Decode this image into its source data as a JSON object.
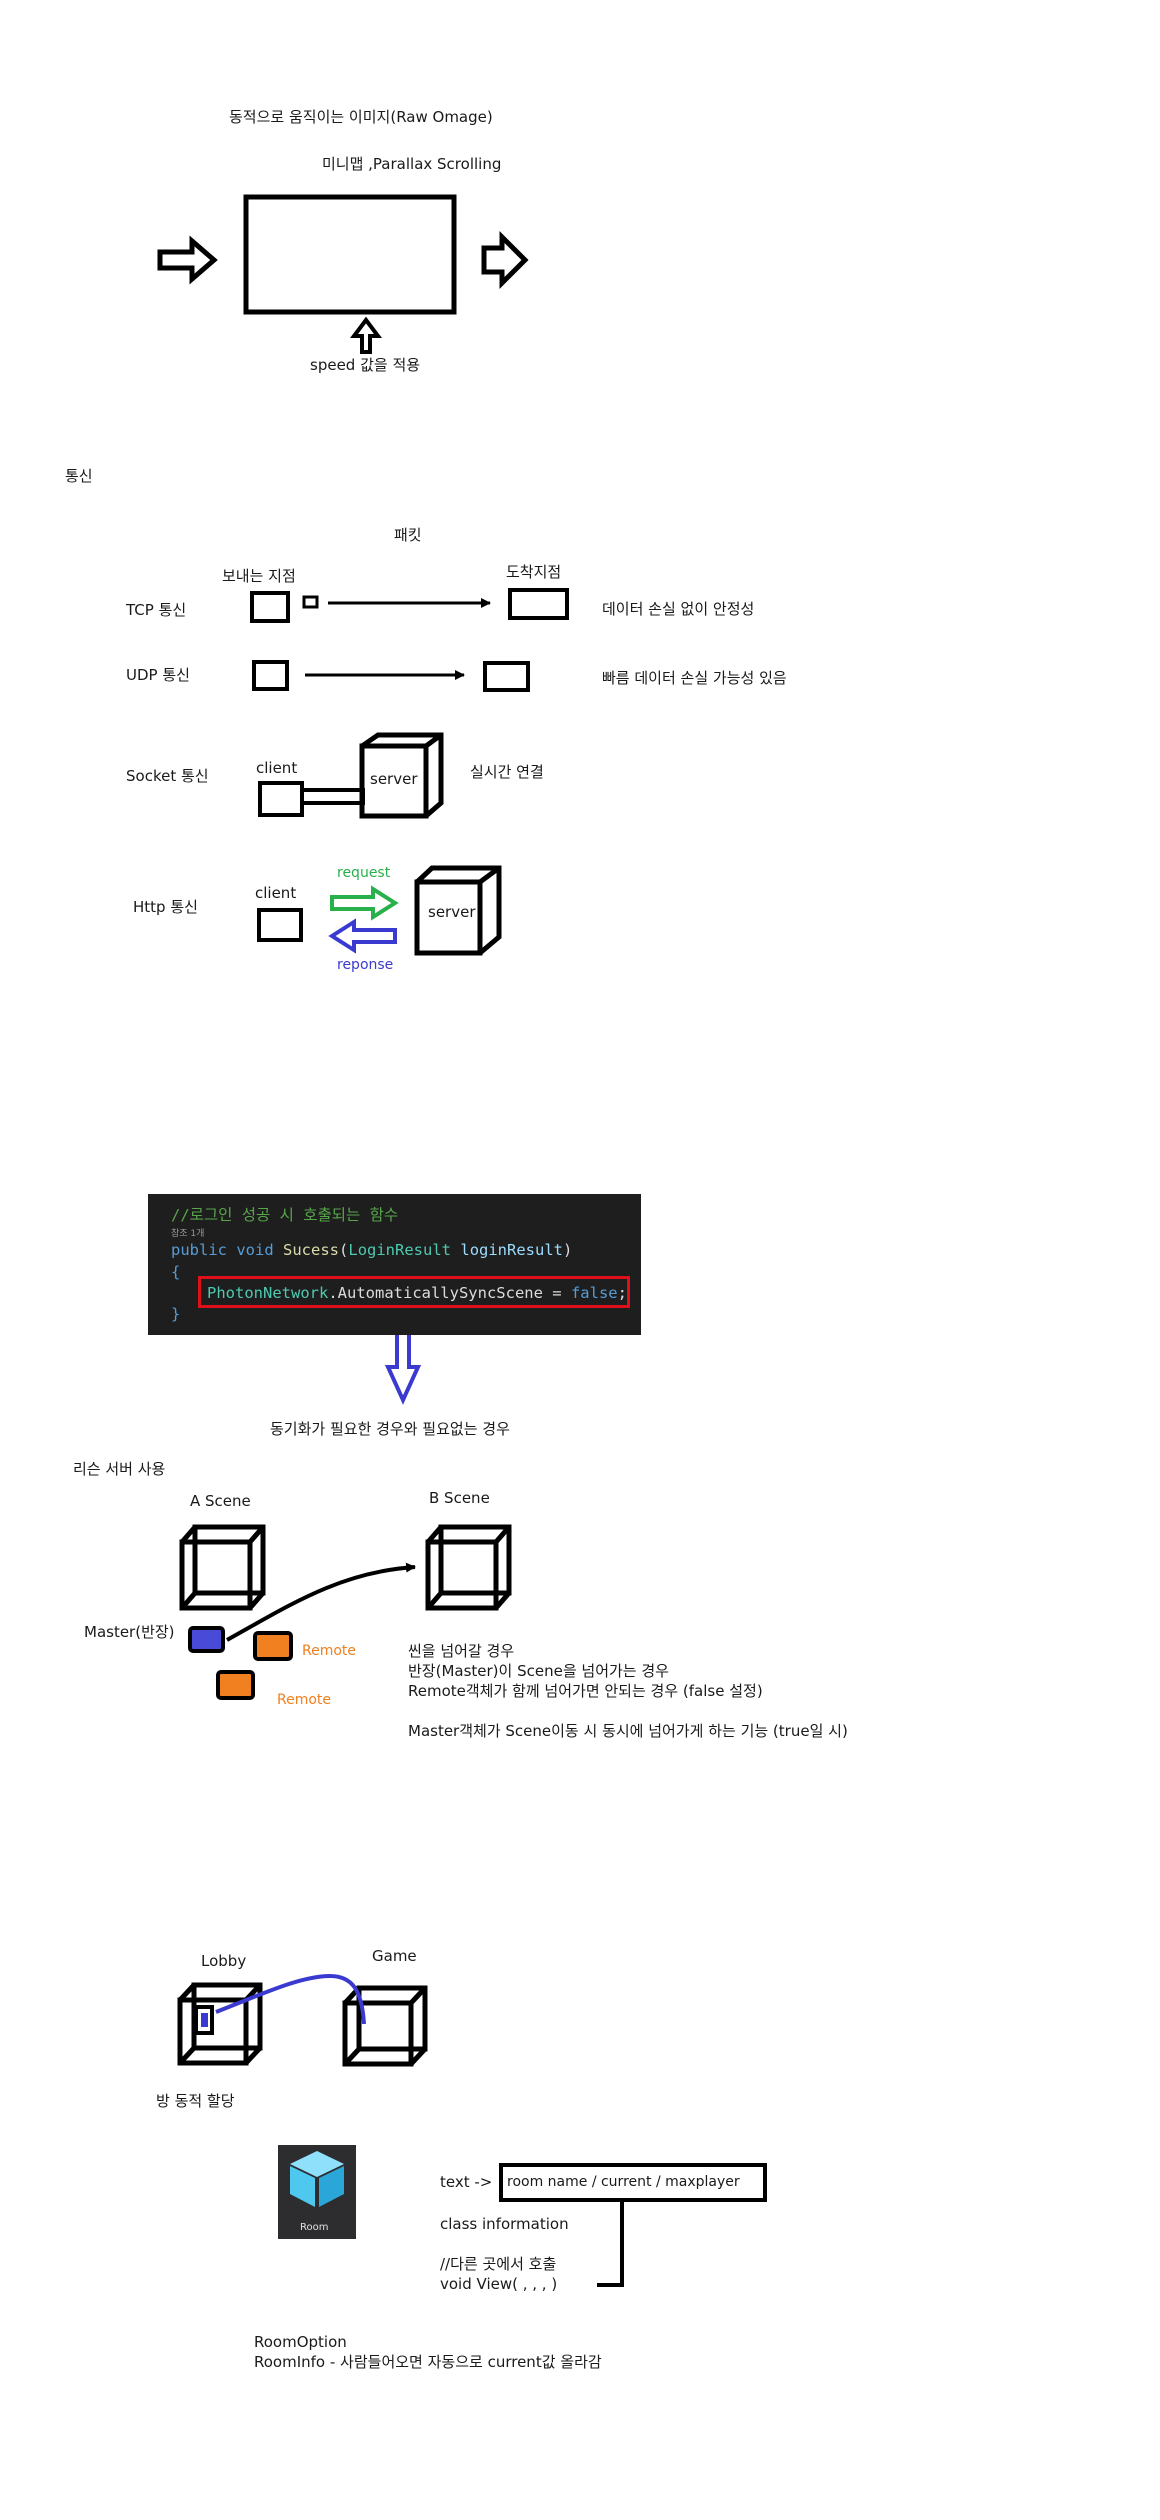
{
  "colors": {
    "stroke": "#000000",
    "request_arrow": "#28b04a",
    "response_arrow": "#3a3ad0",
    "code_bg": "#1e1e1e",
    "highlight_box": "#e0101a",
    "master_object": "#4a4ad8",
    "remote_object": "#f08020",
    "remote_label": "#f08020",
    "sync_arrow": "#3a3ad0",
    "room_icon": "#4fc8f0"
  },
  "section_parallax": {
    "title": "동적으로 움직이는 이미지(Raw Omage)",
    "subtitle": "미니맵 ,Parallax Scrolling",
    "speed_note": "speed 값을 적용"
  },
  "section_network": {
    "heading": "통신",
    "packet_label": "패킷",
    "send_point_label": "보내는 지점",
    "arrival_point_label": "도착지점",
    "tcp": {
      "label": "TCP 통신",
      "note": "데이터 손실 없이 안정성"
    },
    "udp": {
      "label": "UDP 통신",
      "note": "빠름 데이터 손실 가능성 있음"
    },
    "socket": {
      "label": "Socket 통신",
      "client": "client",
      "server": "server",
      "note": "실시간 연결"
    },
    "http": {
      "label": "Http 통신",
      "client": "client",
      "server": "server",
      "request": "request",
      "response": "reponse"
    }
  },
  "section_code": {
    "comment": "//로그인 성공 시 호출되는 함수",
    "ref_count": "참조 1개",
    "kw_public": "public",
    "kw_void": "void",
    "method_name": "Sucess",
    "paren_open": "(",
    "param_type": "LoginResult",
    "param_name": "loginResult",
    "paren_close": ")",
    "brace_open": "{",
    "brace_close": "}",
    "class_name": "PhotonNetwork",
    "member_access": ".AutomaticallySyncScene = ",
    "kw_false": "false",
    "semicolon": ";",
    "caption": "동기화가 필요한 경우와 필요없는 경우"
  },
  "section_scene_sync": {
    "heading": "리슨 서버 사용",
    "scene_a": "A Scene",
    "scene_b": "B Scene",
    "master_label": "Master(반장)",
    "remote_label_1": "Remote",
    "remote_label_2": "Remote",
    "notes": [
      "씬을 넘어갈 경우",
      "반장(Master)이 Scene을 넘어가는 경우",
      "Remote객체가 함께 넘어가면 안되는 경우 (false 설정)",
      "",
      "Master객체가 Scene이동 시 동시에 넘어가게 하는 기능 (true일 시)"
    ]
  },
  "section_room": {
    "lobby": "Lobby",
    "game": "Game",
    "room_alloc": "방 동적 할당",
    "room_icon_label": "Room",
    "text_arrow": "text ->",
    "room_fields": "room name / current / maxplayer",
    "class_info": "class information",
    "call_comment": "//다른 곳에서 호출",
    "view_call": "void View( , , , )",
    "room_option": "RoomOption",
    "room_info": "RoomInfo - 사람들어오면 자동으로 current값 올라감"
  }
}
